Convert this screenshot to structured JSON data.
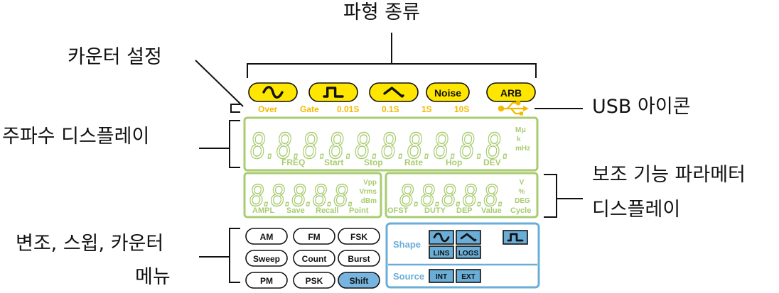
{
  "callouts": {
    "waveform_type": "파형 종류",
    "counter_settings": "카운터 설정",
    "usb_icon": "USB 아이콘",
    "frequency_display": "주파수 디스플레이",
    "aux_param_display_line1": "보조 기능 파라메터",
    "aux_param_display_line2": "디스플레이",
    "mod_menu_line1": "변조, 스윕, 카운터",
    "mod_menu_line2": "메뉴"
  },
  "waveform_buttons": [
    "sine-icon",
    "square-icon",
    "triangle-icon",
    "Noise",
    "ARB"
  ],
  "counter_indicators": [
    "Over",
    "Gate",
    "0.01S",
    "0.1S",
    "1S",
    "10S"
  ],
  "usb_symbol": "usb-icon",
  "freq_display": {
    "digits": "8.8.8.8.8.8.8.8.8.8.",
    "units": [
      "M",
      "µ",
      "k",
      "mHz"
    ],
    "labels": [
      "FREQ",
      "Start",
      "Stop",
      "Rate",
      "Hop",
      "DEV"
    ]
  },
  "ampl_display": {
    "digits": "8.8.8.8.8.",
    "units": [
      "Vpp",
      "Vrms",
      "dBm"
    ],
    "labels": [
      "AMPL",
      "Save",
      "Recall",
      "Point"
    ]
  },
  "offset_display": {
    "digits": "8.8.8.8.8.",
    "units": [
      "V",
      "%",
      "DEG"
    ],
    "labels": [
      "OFST",
      "DUTY",
      "DEP",
      "Value",
      "Cycle"
    ]
  },
  "menu_buttons": [
    [
      "AM",
      "FM",
      "FSK"
    ],
    [
      "Sweep",
      "Count",
      "Burst"
    ],
    [
      "PM",
      "PSK",
      "Shift"
    ]
  ],
  "shape_panel": {
    "shape_label": "Shape",
    "shape_buttons": [
      "sine-icon",
      "triangle-icon",
      "square-icon"
    ],
    "lin_log_buttons": [
      "LINS",
      "LOGS"
    ],
    "source_label": "Source",
    "source_buttons": [
      "INT",
      "EXT"
    ]
  },
  "colors": {
    "lcd_green": "#a8cc70",
    "indicator_yellow": "#f2bb00",
    "button_yellow": "#ffe600",
    "panel_blue": "#6aaed8",
    "shift_blue": "#78b4e0"
  }
}
